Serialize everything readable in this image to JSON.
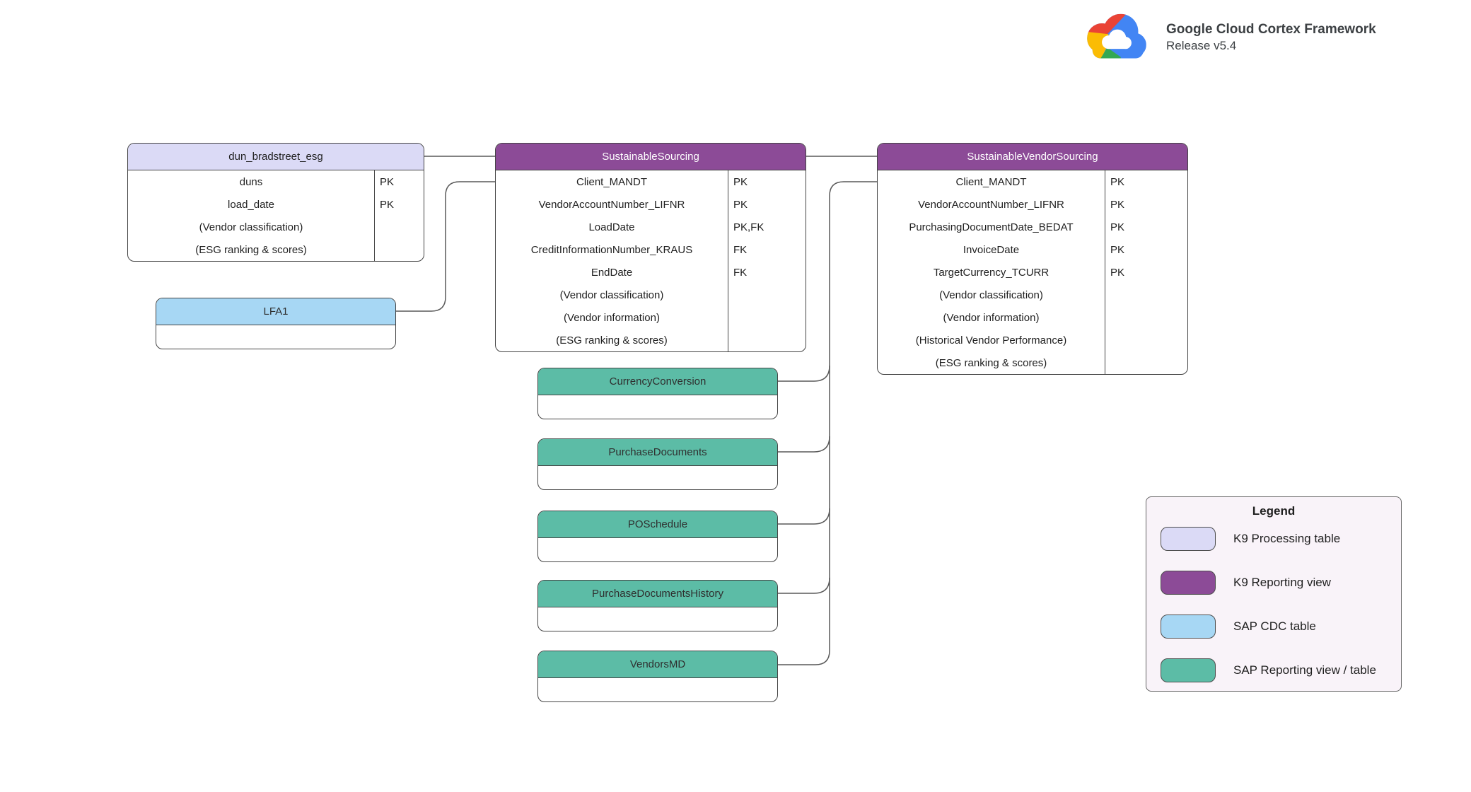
{
  "brand": {
    "title": "Google Cloud Cortex Framework",
    "subtitle": "Release v5.4",
    "logo_icon": "google-cloud-logo",
    "logo_colors": {
      "red": "#EA4335",
      "yellow": "#FBBC04",
      "green": "#34A853",
      "blue": "#4285F4"
    }
  },
  "colors": {
    "k9_processing_table": "#DBDAF6",
    "k9_reporting_view": "#8C4B97",
    "sap_cdc_table": "#A7D7F4",
    "sap_reporting_view_table": "#5CBCA6",
    "node_border": "#444444",
    "connector": "#595959",
    "legend_background": "#F9F3F9",
    "header_text_on_purple": "#FFFFFF"
  },
  "tables": [
    {
      "name": "dun_bradstreet_esg",
      "type": "k9_processing",
      "rows": [
        {
          "name": "duns",
          "key": "PK"
        },
        {
          "name": "load_date",
          "key": "PK"
        },
        {
          "name": "(Vendor classification)",
          "key": ""
        },
        {
          "name": "(ESG ranking & scores)",
          "key": ""
        }
      ]
    },
    {
      "name": "SustainableSourcing",
      "type": "k9_reporting",
      "rows": [
        {
          "name": "Client_MANDT",
          "key": "PK"
        },
        {
          "name": "VendorAccountNumber_LIFNR",
          "key": "PK"
        },
        {
          "name": "LoadDate",
          "key": "PK,FK"
        },
        {
          "name": "CreditInformationNumber_KRAUS",
          "key": "FK"
        },
        {
          "name": "EndDate",
          "key": "FK"
        },
        {
          "name": "(Vendor classification)",
          "key": ""
        },
        {
          "name": "(Vendor information)",
          "key": ""
        },
        {
          "name": "(ESG ranking & scores)",
          "key": ""
        }
      ]
    },
    {
      "name": "SustainableVendorSourcing",
      "type": "k9_reporting",
      "rows": [
        {
          "name": "Client_MANDT",
          "key": "PK"
        },
        {
          "name": "VendorAccountNumber_LIFNR",
          "key": "PK"
        },
        {
          "name": "PurchasingDocumentDate_BEDAT",
          "key": "PK"
        },
        {
          "name": "InvoiceDate",
          "key": "PK"
        },
        {
          "name": "TargetCurrency_TCURR",
          "key": "PK"
        },
        {
          "name": "(Vendor classification)",
          "key": ""
        },
        {
          "name": "(Vendor information)",
          "key": ""
        },
        {
          "name": "(Historical Vendor Performance)",
          "key": ""
        },
        {
          "name": "(ESG ranking & scores)",
          "key": ""
        }
      ]
    },
    {
      "name": "LFA1",
      "type": "sap_cdc",
      "rows": []
    },
    {
      "name": "CurrencyConversion",
      "type": "sap_reporting",
      "rows": []
    },
    {
      "name": "PurchaseDocuments",
      "type": "sap_reporting",
      "rows": []
    },
    {
      "name": "POSchedule",
      "type": "sap_reporting",
      "rows": []
    },
    {
      "name": "PurchaseDocumentsHistory",
      "type": "sap_reporting",
      "rows": []
    },
    {
      "name": "VendorsMD",
      "type": "sap_reporting",
      "rows": []
    }
  ],
  "legend": {
    "title": "Legend",
    "items": [
      {
        "label": "K9 Processing table",
        "swatch": "#DBDAF6"
      },
      {
        "label": "K9 Reporting view",
        "swatch": "#8C4B97"
      },
      {
        "label": "SAP CDC table",
        "swatch": "#A7D7F4"
      },
      {
        "label": "SAP Reporting view / table",
        "swatch": "#5CBCA6"
      }
    ]
  }
}
